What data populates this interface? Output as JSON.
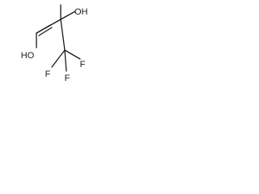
{
  "molecule": {
    "atoms": {
      "hydroxyl_acid": "HO",
      "hydroxyl_alcohol": "OH",
      "fluorine_1": "F",
      "fluorine_2": "F",
      "fluorine_3": "F"
    }
  }
}
